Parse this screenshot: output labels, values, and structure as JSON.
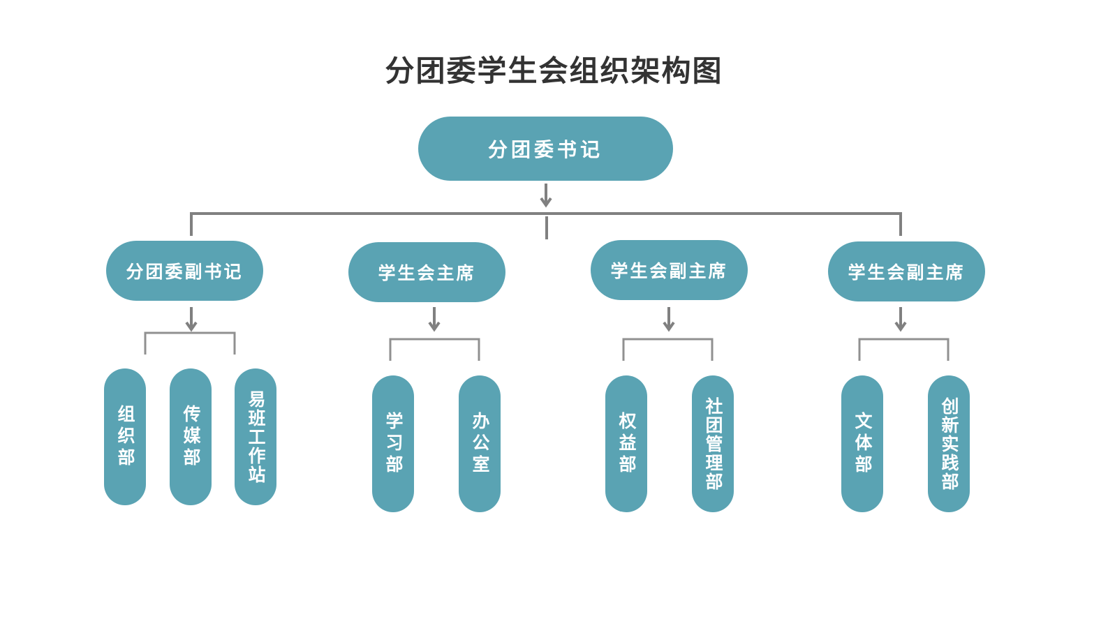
{
  "title": "分团委学生会组织架构图",
  "colors": {
    "node_fill": "#5aa3b3",
    "node_text": "#ffffff",
    "connector": "#808080",
    "title_text": "#333333"
  },
  "root": {
    "label": "分团委书记"
  },
  "groups": [
    {
      "leader": "分团委副书记",
      "departments": [
        "组织部",
        "传媒部",
        "易班工作站"
      ]
    },
    {
      "leader": "学生会主席",
      "departments": [
        "学习部",
        "办公室"
      ]
    },
    {
      "leader": "学生会副主席",
      "departments": [
        "权益部",
        "社团管理部"
      ]
    },
    {
      "leader": "学生会副主席",
      "departments": [
        "文体部",
        "创新实践部"
      ]
    }
  ]
}
